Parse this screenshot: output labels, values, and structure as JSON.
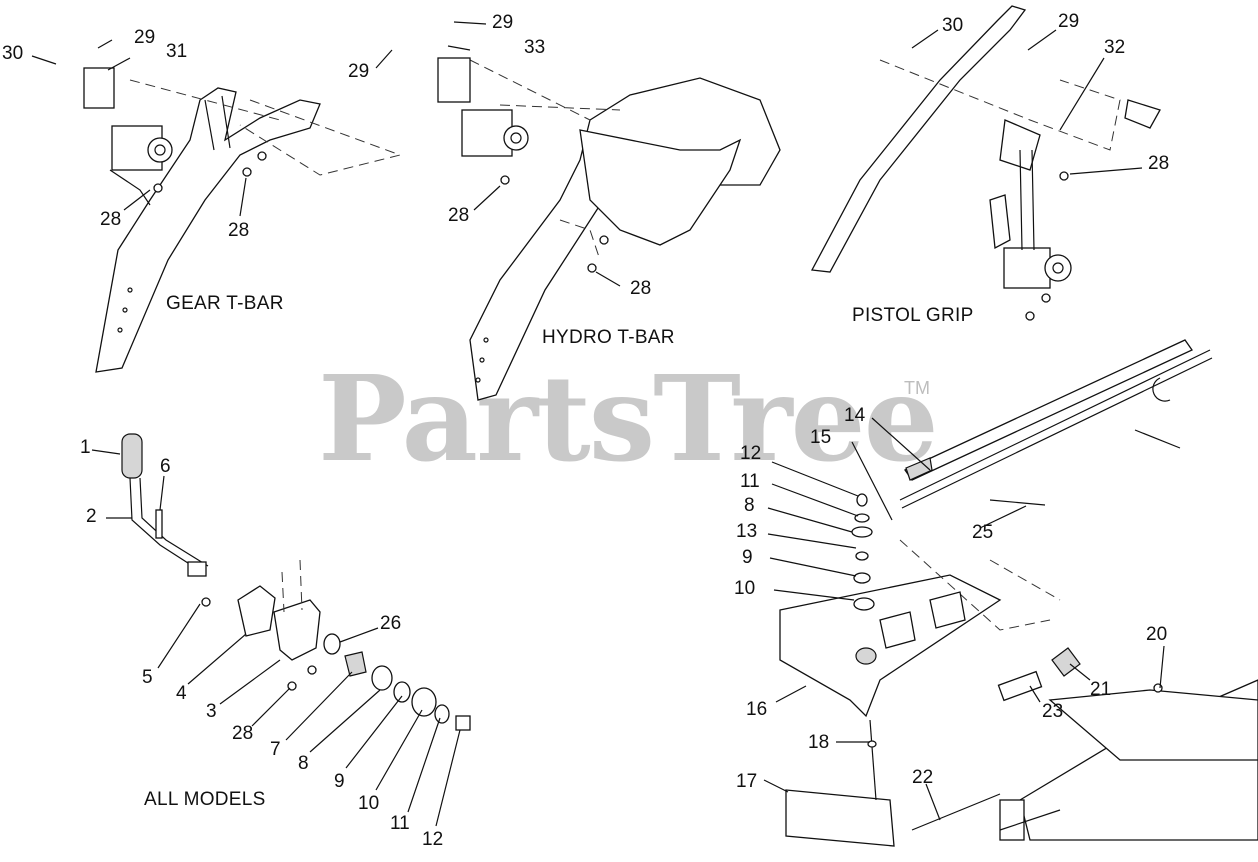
{
  "watermark": {
    "text": "PartsTree",
    "trademark": "TM"
  },
  "sections": {
    "gear_tbar": "GEAR T-BAR",
    "hydro_tbar": "HYDRO T-BAR",
    "pistol_grip": "PISTOL GRIP",
    "all_models": "ALL MODELS"
  },
  "callouts": {
    "gear": [
      "30",
      "29",
      "31",
      "28",
      "28"
    ],
    "hydro": [
      "29",
      "33",
      "29",
      "28",
      "28"
    ],
    "pistol": [
      "30",
      "29",
      "32",
      "28"
    ],
    "all_models": [
      "1",
      "6",
      "2",
      "5",
      "4",
      "3",
      "28",
      "26",
      "7",
      "8",
      "9",
      "10",
      "11",
      "12"
    ],
    "cable": [
      "14",
      "15",
      "12",
      "11",
      "8",
      "13",
      "9",
      "10",
      "25",
      "16",
      "20",
      "21",
      "23",
      "18",
      "17",
      "22"
    ]
  }
}
